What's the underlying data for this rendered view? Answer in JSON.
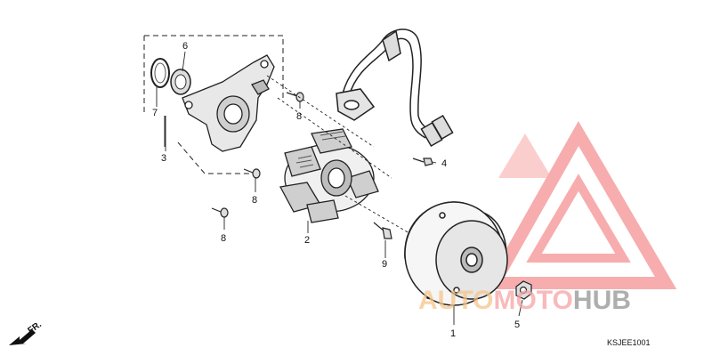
{
  "diagram": {
    "code": "KSJEE1001",
    "direction_label": "FR.",
    "callouts": [
      "1",
      "2",
      "3",
      "4",
      "5",
      "6",
      "7",
      "8",
      "8",
      "8",
      "9"
    ]
  },
  "watermark": {
    "part1": "AUTO",
    "part2": "MOTO",
    "part3": "HUB",
    "colors": {
      "auto": "#f5c48a",
      "moto": "#f6a3a3",
      "hub": "#9a9a9a",
      "logo": "#f26b6b"
    }
  }
}
